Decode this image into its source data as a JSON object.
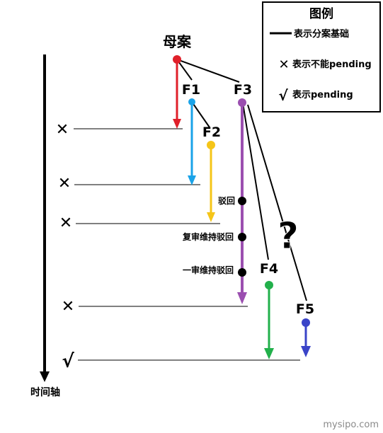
{
  "diagram": {
    "nodes": {
      "parent": "母案",
      "f1": "F1",
      "f2": "F2",
      "f3": "F3",
      "f4": "F4",
      "f5": "F5"
    },
    "timeline_label": "时间轴",
    "events": {
      "reject": "驳回",
      "reexam_reject": "复审维持驳回",
      "first_reject": "一审维持驳回"
    },
    "question": "?"
  },
  "legend": {
    "title": "图例",
    "basis_label": "表示分案基础",
    "cross_label": "表示不能pending",
    "check_label": "表示pending"
  },
  "marks": {
    "cross": "✕",
    "check": "√"
  },
  "watermark": "mysipo.com",
  "colors": {
    "parent": "#e0202a",
    "f1": "#1aa3e8",
    "f2": "#f5c518",
    "f3": "#9b4fb0",
    "f4": "#22b04b",
    "f5": "#3a44c8",
    "question": "#e82a2a",
    "check": "#e0202a"
  }
}
